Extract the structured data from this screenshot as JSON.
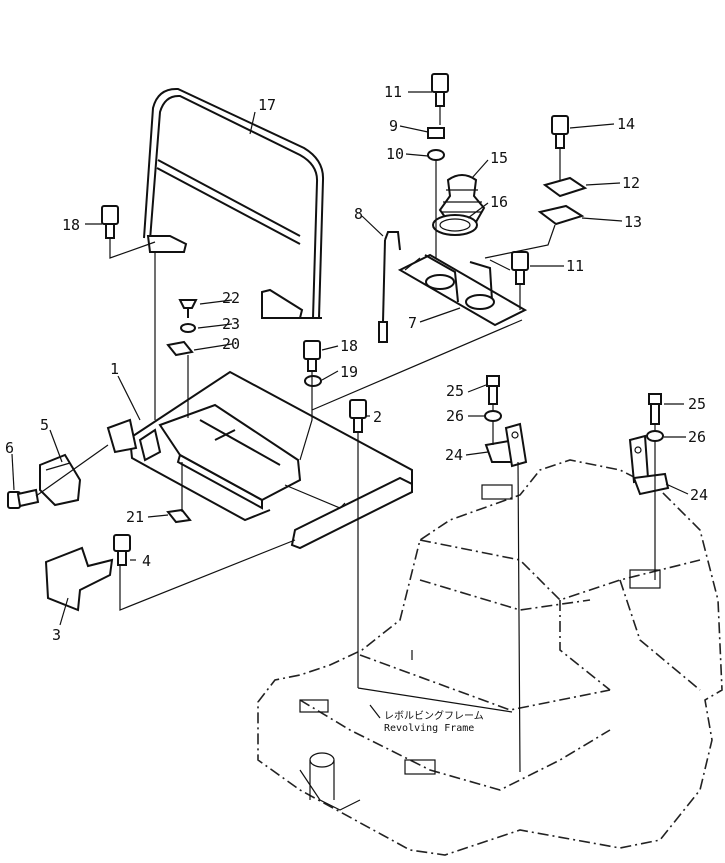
{
  "callouts": [
    "1",
    "2",
    "3",
    "4",
    "5",
    "6",
    "7",
    "8",
    "9",
    "10",
    "11",
    "11",
    "12",
    "13",
    "14",
    "15",
    "16",
    "17",
    "18",
    "18",
    "19",
    "20",
    "21",
    "22",
    "23",
    "24",
    "24",
    "25",
    "25",
    "26",
    "26"
  ],
  "frame_label": {
    "jp": "レボルビングフレーム",
    "en": "Revolving Frame"
  }
}
